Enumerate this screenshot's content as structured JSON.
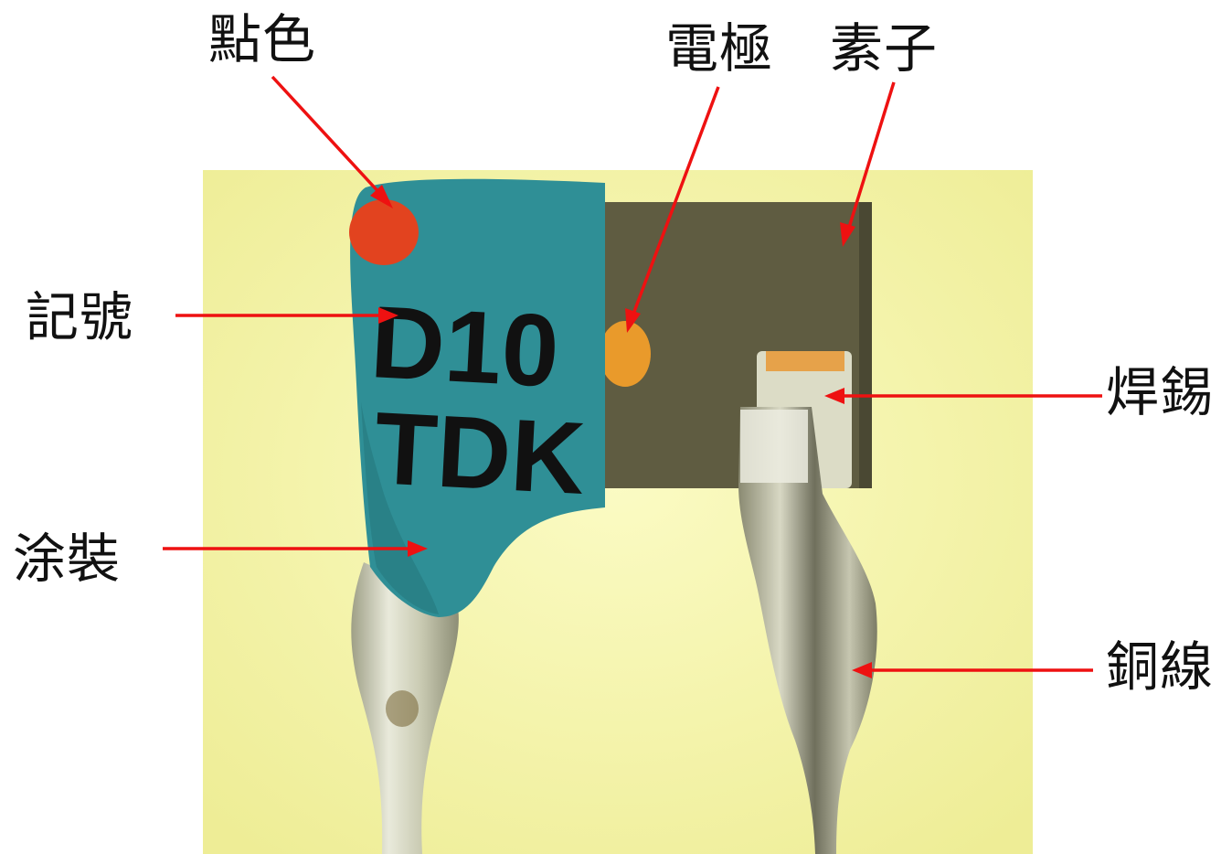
{
  "labels": {
    "dot_color": "點色",
    "electrode": "電極",
    "element": "素子",
    "marking": "記號",
    "coating": "涂裝",
    "solder": "焊錫",
    "copper_wire": "銅線"
  },
  "printed_marking": {
    "line1": "D10",
    "line2": "TDK"
  },
  "colors": {
    "background": "#f4f3a6",
    "coating": "#2f8f96",
    "dot": "#e2431f",
    "element": "#5f5c41",
    "electrode": "#e99a2b",
    "metal": "#cfd0b8",
    "arrow": "#ee1111"
  }
}
